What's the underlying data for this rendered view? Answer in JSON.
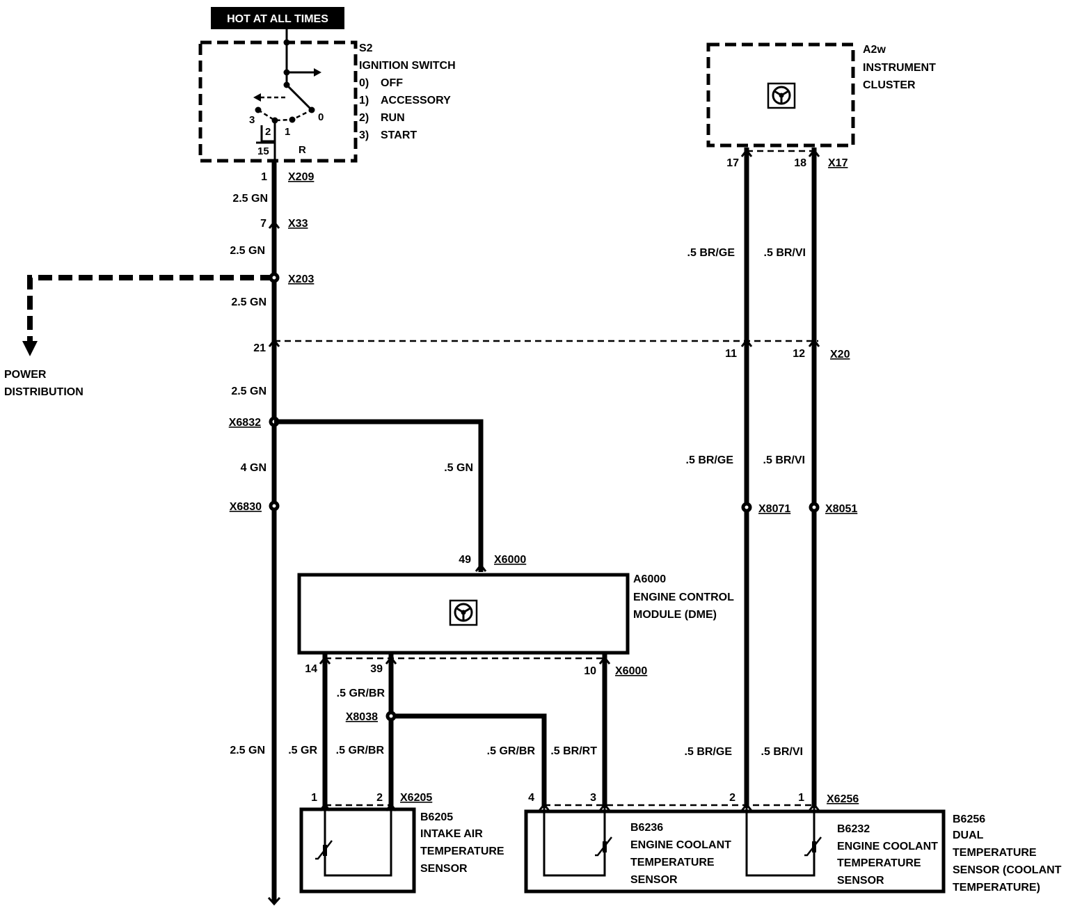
{
  "header": {
    "hot_at_all_times": "HOT AT ALL TIMES"
  },
  "ignition_switch": {
    "id": "S2",
    "name": "IGNITION SWITCH",
    "positions": [
      {
        "num": "0)",
        "label": "OFF"
      },
      {
        "num": "1)",
        "label": "ACCESSORY"
      },
      {
        "num": "2)",
        "label": "RUN"
      },
      {
        "num": "3)",
        "label": "START"
      }
    ],
    "terminal_labels": {
      "t3": "3",
      "t2": "2",
      "t1": "1",
      "t0": "0",
      "t15": "15",
      "tr": "R"
    }
  },
  "power_distribution": {
    "line1": "POWER",
    "line2": "DISTRIBUTION"
  },
  "instrument_cluster": {
    "id": "A2w",
    "line1": "INSTRUMENT",
    "line2": "CLUSTER"
  },
  "ecm": {
    "id": "A6000",
    "line1": "ENGINE CONTROL",
    "line2": "MODULE (DME)"
  },
  "sensors": {
    "intake_air": {
      "id": "B6205",
      "line1": "INTAKE AIR",
      "line2": "TEMPERATURE",
      "line3": "SENSOR"
    },
    "coolant_b6236": {
      "id": "B6236",
      "line1": "ENGINE COOLANT",
      "line2": "TEMPERATURE",
      "line3": "SENSOR"
    },
    "coolant_b6232": {
      "id": "B6232",
      "line1": "ENGINE COOLANT",
      "line2": "TEMPERATURE",
      "line3": "SENSOR"
    },
    "dual": {
      "id": "B6256",
      "line1": "DUAL",
      "line2": "TEMPERATURE",
      "line3": "SENSOR (COOLANT",
      "line4": "TEMPERATURE)"
    }
  },
  "connectors": {
    "x209": {
      "name": "X209",
      "pin": "1"
    },
    "x33": {
      "name": "X33",
      "pin": "7"
    },
    "x203": {
      "name": "X203"
    },
    "x20": {
      "name": "X20",
      "pins": [
        "21",
        "11",
        "12"
      ]
    },
    "x6832": {
      "name": "X6832"
    },
    "x6830": {
      "name": "X6830"
    },
    "x6000_top": {
      "name": "X6000",
      "pin": "49"
    },
    "x6000_bottom": {
      "name": "X6000",
      "pins": [
        "14",
        "39",
        "10"
      ]
    },
    "x8038": {
      "name": "X8038"
    },
    "x6205": {
      "name": "X6205",
      "pins": [
        "1",
        "2"
      ]
    },
    "x6256": {
      "name": "X6256",
      "pins": [
        "4",
        "3",
        "2",
        "1"
      ]
    },
    "x17": {
      "name": "X17",
      "pins": [
        "17",
        "18"
      ]
    },
    "x8071": {
      "name": "X8071"
    },
    "x8051": {
      "name": "X8051"
    }
  },
  "wires": {
    "main": [
      "2.5 GN",
      "2.5 GN",
      "2.5 GN",
      "2.5 GN",
      "4 GN",
      "2.5 GN"
    ],
    "ecm_feed": ".5 GN",
    "ecm_pin14": ".5 GR",
    "ecm_pin39_upper": ".5 GR/BR",
    "ecm_pin39_lower": ".5 GR/BR",
    "x8038_branch": ".5 GR/BR",
    "ecm_pin10": ".5 BR/RT",
    "cluster_br_ge": [
      ".5 BR/GE",
      ".5 BR/GE",
      ".5 BR/GE"
    ],
    "cluster_br_vi": [
      ".5 BR/VI",
      ".5 BR/VI",
      ".5 BR/VI"
    ]
  }
}
